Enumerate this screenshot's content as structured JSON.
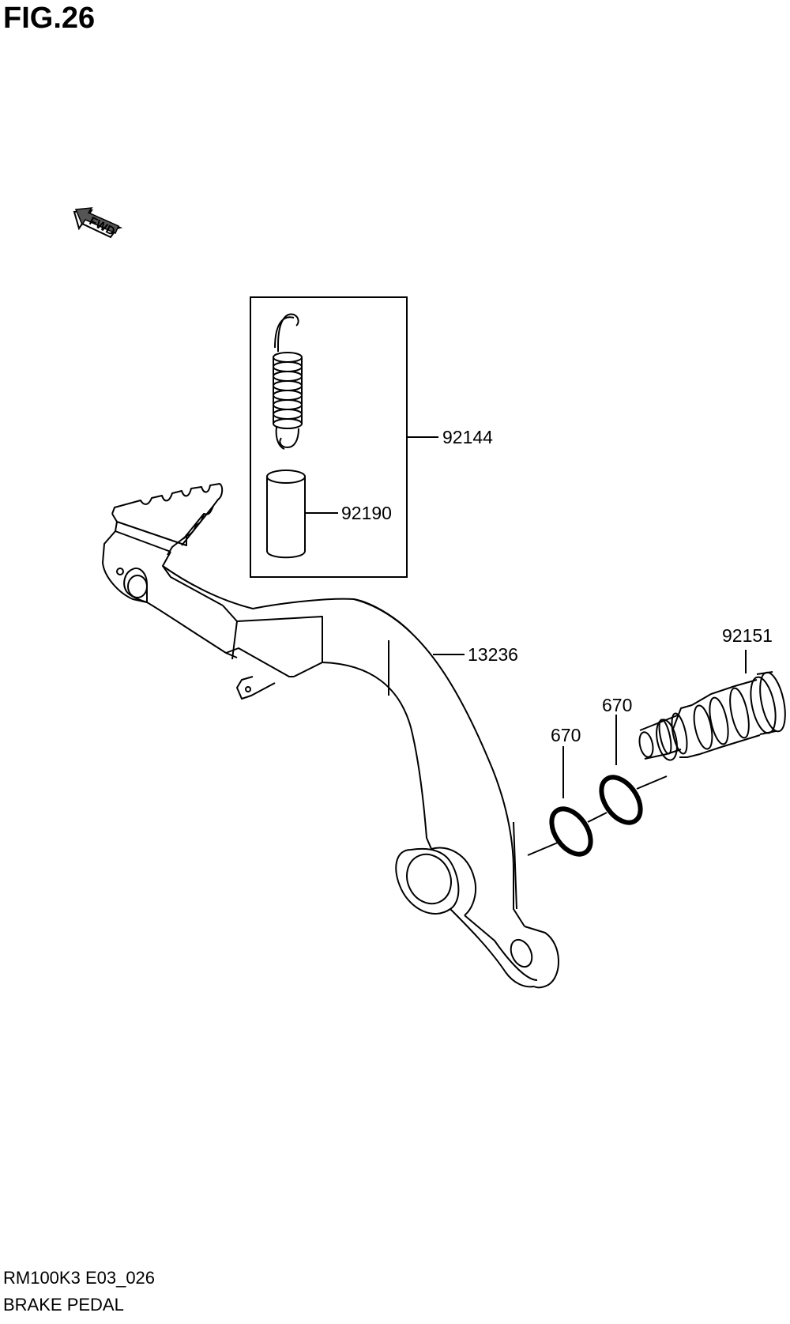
{
  "figure": {
    "title": "FIG.26",
    "direction_marker": "FWD",
    "footer_code": "RM100K3 E03_026",
    "footer_name": "BRAKE PEDAL"
  },
  "parts": [
    {
      "number": "92144",
      "name": "spring-return"
    },
    {
      "number": "92190",
      "name": "collar"
    },
    {
      "number": "13236",
      "name": "brake-pedal"
    },
    {
      "number": "92151",
      "name": "shaft-pivot"
    },
    {
      "number": "670",
      "name": "o-ring-inner"
    },
    {
      "number": "670",
      "name": "o-ring-outer"
    }
  ],
  "colors": {
    "line": "#000000",
    "background": "#ffffff"
  }
}
